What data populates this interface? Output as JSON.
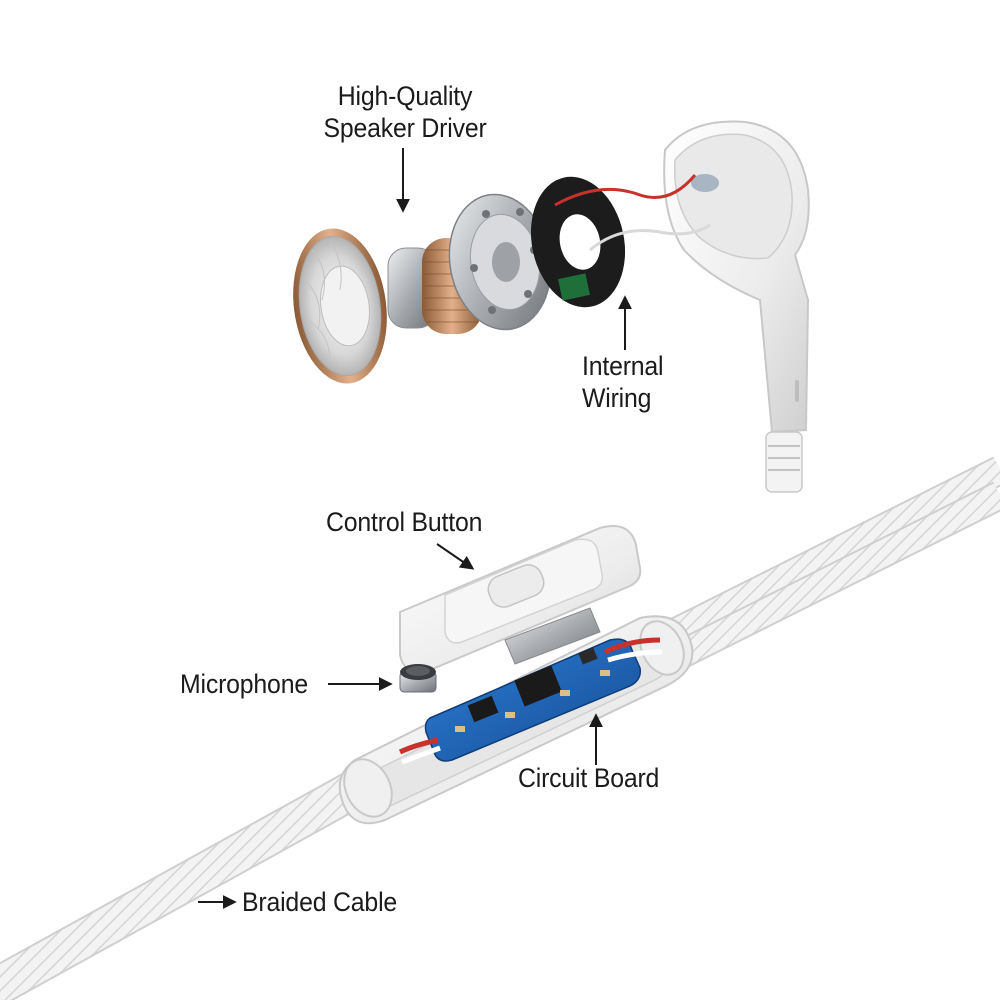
{
  "labels": {
    "speaker_driver": [
      "High-Quality",
      "Speaker Driver"
    ],
    "internal_wiring": [
      "Internal",
      "Wiring"
    ],
    "control_button": "Control Button",
    "microphone": "Microphone",
    "circuit_board": "Circuit Board",
    "braided_cable": "Braided Cable"
  },
  "colors": {
    "text": "#1b1b1b",
    "earbud_white": "#f4f4f4",
    "copper": "#c08a5c",
    "steel": "#b9bcbf",
    "pcb_blue": "#1d64b8",
    "wire_red": "#c8322c",
    "cable_white": "#f0f0f0"
  }
}
